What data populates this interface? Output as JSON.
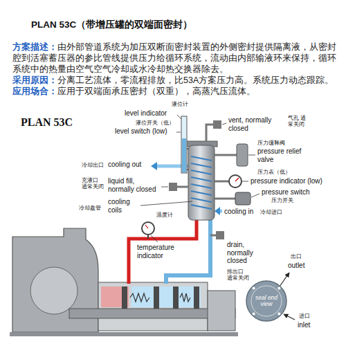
{
  "diagram": {
    "title": "PLAN 53C（带增压罐的双端面密封）",
    "nodes": [
      {
        "text": [
          "seal end view"
        ]
      }
    ],
    "labels": [
      "方案描述：",
      "由外部管道系统为加压双断面密封装置的外侧密封提供隔离液，从密封腔到活塞蓄压器的参比管线提供压力给循环系统，流动由内部输液环来保持，循环系统中的热量由空气空气冷却或水冷却热交换器除去。",
      "采用原因：",
      "分离工艺流体，零流程排放，比53A方案压力高。系统压力动态跟踪。",
      "应用场合：",
      "应用于双端面承压密封（双重），高蒸汽压流体。",
      "PLAN 53C",
      "level indicator",
      "液位计",
      "液位开关（低）",
      "level switch (low)",
      "vent, normally closed",
      "气孔 通常关闭",
      "压力缓释阀",
      "pressure relief valve",
      "冷却出口",
      "cooling out",
      "充液口 通常关闭",
      "liquid fill, normally closed",
      "压力表（低）",
      "pressure indicator (low)",
      "冷却盘管",
      "cooling coils",
      "pressure switch",
      "压力开关",
      "温度计",
      "cooling in",
      "冷却进口",
      "temperature indicator",
      "drain, normally closed",
      "排出口 通常关闭",
      "outlet",
      "出口",
      "进口",
      "inlet"
    ]
  }
}
